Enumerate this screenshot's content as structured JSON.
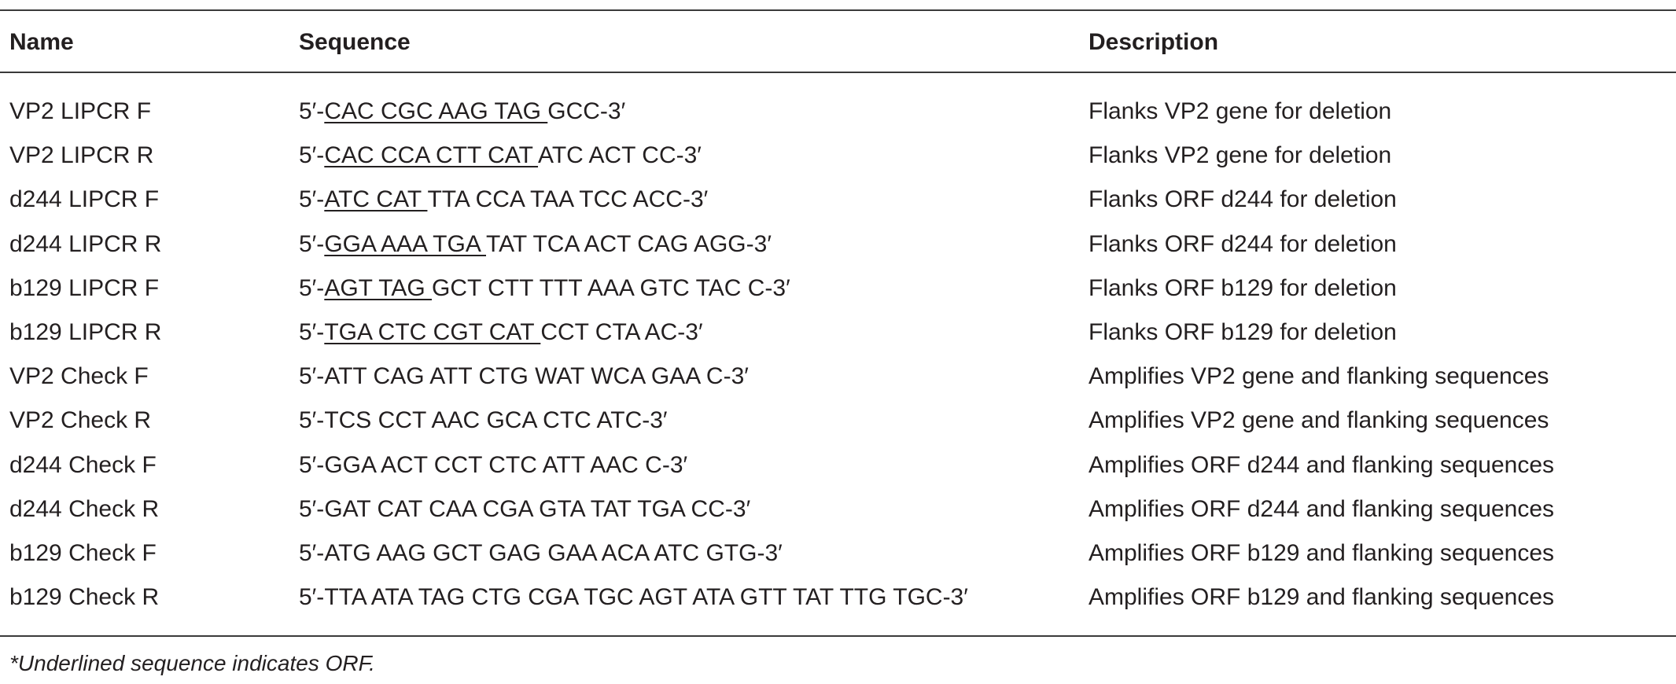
{
  "headers": {
    "name": "Name",
    "sequence": "Sequence",
    "description": "Description"
  },
  "rows": [
    {
      "name": "VP2 LIPCR F",
      "seq_prefix": "5′-",
      "seq_underlined": "CAC CGC AAG TAG ",
      "seq_rest": "GCC-3′",
      "description": "Flanks VP2 gene for deletion"
    },
    {
      "name": "VP2 LIPCR R",
      "seq_prefix": "5′-",
      "seq_underlined": "CAC CCA CTT CAT ",
      "seq_rest": "ATC ACT CC-3′",
      "description": "Flanks VP2 gene for deletion"
    },
    {
      "name": "d244 LIPCR F",
      "seq_prefix": "5′-",
      "seq_underlined": "ATC CAT ",
      "seq_rest": "TTA CCA TAA TCC ACC-3′",
      "description": "Flanks ORF d244 for deletion"
    },
    {
      "name": "d244 LIPCR R",
      "seq_prefix": "5′-",
      "seq_underlined": "GGA AAA TGA ",
      "seq_rest": "TAT TCA ACT CAG AGG-3′",
      "description": "Flanks ORF d244 for deletion"
    },
    {
      "name": "b129 LIPCR F",
      "seq_prefix": "5′-",
      "seq_underlined": "AGT TAG ",
      "seq_rest": "GCT CTT TTT AAA GTC TAC C-3′",
      "description": "Flanks ORF b129 for deletion"
    },
    {
      "name": "b129 LIPCR R",
      "seq_prefix": "5′-",
      "seq_underlined": "TGA CTC CGT CAT ",
      "seq_rest": "CCT CTA AC-3′",
      "description": "Flanks ORF b129 for deletion"
    },
    {
      "name": "VP2 Check F",
      "seq_prefix": "5′-",
      "seq_underlined": "",
      "seq_rest": "ATT CAG ATT CTG WAT WCA GAA C-3′",
      "description": "Amplifies VP2 gene and flanking sequences"
    },
    {
      "name": "VP2 Check R",
      "seq_prefix": "5′-",
      "seq_underlined": "",
      "seq_rest": "TCS CCT AAC GCA CTC ATC-3′",
      "description": "Amplifies VP2 gene and flanking sequences"
    },
    {
      "name": "d244 Check F",
      "seq_prefix": "5′-",
      "seq_underlined": "",
      "seq_rest": "GGA ACT CCT CTC ATT AAC C-3′",
      "description": "Amplifies ORF d244 and flanking sequences"
    },
    {
      "name": "d244 Check R",
      "seq_prefix": "5′-",
      "seq_underlined": "",
      "seq_rest": "GAT CAT CAA CGA GTA TAT TGA CC-3′",
      "description": "Amplifies ORF d244 and flanking sequences"
    },
    {
      "name": "b129 Check F",
      "seq_prefix": "5′-",
      "seq_underlined": "",
      "seq_rest": "ATG AAG GCT GAG GAA ACA ATC GTG-3′",
      "description": "Amplifies ORF b129 and flanking sequences"
    },
    {
      "name": "b129 Check R",
      "seq_prefix": "5′-",
      "seq_underlined": "",
      "seq_rest": "TTA ATA TAG CTG CGA TGC AGT ATA GTT TAT TTG TGC-3′",
      "description": "Amplifies ORF b129 and flanking sequences"
    }
  ],
  "footnote": "*Underlined sequence indicates ORF."
}
